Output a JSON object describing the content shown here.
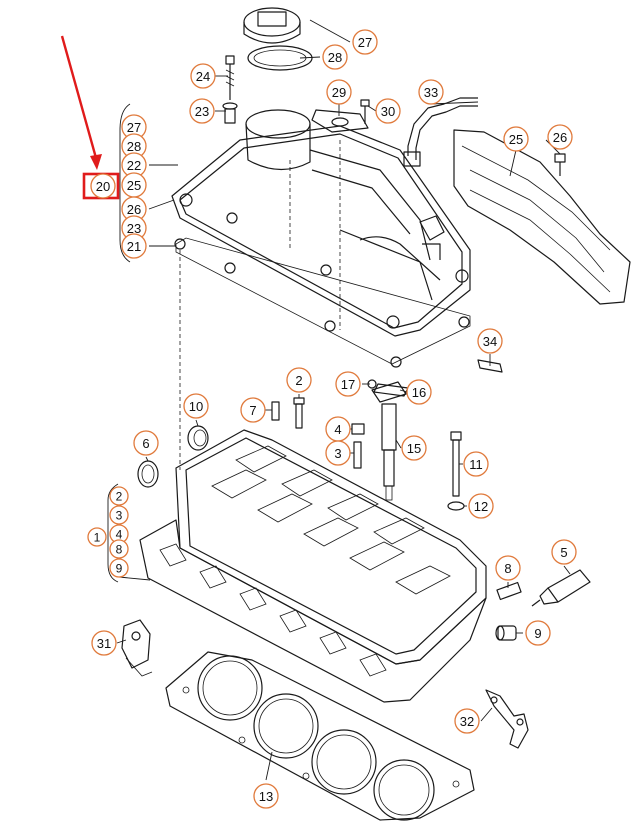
{
  "colors": {
    "callout_ring": "#e07a3c",
    "highlight": "#e01b1b",
    "line": "#1a1a1a",
    "background": "#ffffff"
  },
  "highlight": {
    "label": "20",
    "shape": "red-box-with-arrow"
  },
  "parts": {
    "valve_cover": "valve-cover",
    "cylinder_head": "cylinder-head",
    "head_gasket": "cylinder-head-gasket",
    "heat_shield": "heat-shield",
    "breather_hose": "breather-hose",
    "injector": "fuel-injector",
    "sealant_tube": "sealant-tube",
    "bracket_left": "bracket-31",
    "bracket_right": "bracket-32"
  },
  "callouts": [
    {
      "id": "c27a",
      "label": "27"
    },
    {
      "id": "c28a",
      "label": "28"
    },
    {
      "id": "c24",
      "label": "24"
    },
    {
      "id": "c23a",
      "label": "23"
    },
    {
      "id": "c29",
      "label": "29"
    },
    {
      "id": "c30",
      "label": "30"
    },
    {
      "id": "c33",
      "label": "33"
    },
    {
      "id": "c25a",
      "label": "25"
    },
    {
      "id": "c26a",
      "label": "26"
    },
    {
      "id": "c27b",
      "label": "27"
    },
    {
      "id": "c28b",
      "label": "28"
    },
    {
      "id": "c22",
      "label": "22"
    },
    {
      "id": "c20",
      "label": "20"
    },
    {
      "id": "c25b",
      "label": "25"
    },
    {
      "id": "c26b",
      "label": "26"
    },
    {
      "id": "c23b",
      "label": "23"
    },
    {
      "id": "c21",
      "label": "21"
    },
    {
      "id": "c34",
      "label": "34"
    },
    {
      "id": "c17",
      "label": "17"
    },
    {
      "id": "c16",
      "label": "16"
    },
    {
      "id": "c2a",
      "label": "2"
    },
    {
      "id": "c7",
      "label": "7"
    },
    {
      "id": "c10",
      "label": "10"
    },
    {
      "id": "c6",
      "label": "6"
    },
    {
      "id": "c4a",
      "label": "4"
    },
    {
      "id": "c3a",
      "label": "3"
    },
    {
      "id": "c15",
      "label": "15"
    },
    {
      "id": "c11",
      "label": "11"
    },
    {
      "id": "c12",
      "label": "12"
    },
    {
      "id": "c2b",
      "label": "2"
    },
    {
      "id": "c3b",
      "label": "3"
    },
    {
      "id": "c1",
      "label": "1"
    },
    {
      "id": "c4b",
      "label": "4"
    },
    {
      "id": "c8a",
      "label": "8"
    },
    {
      "id": "c9a",
      "label": "9"
    },
    {
      "id": "c5",
      "label": "5"
    },
    {
      "id": "c8b",
      "label": "8"
    },
    {
      "id": "c9b",
      "label": "9"
    },
    {
      "id": "c31",
      "label": "31"
    },
    {
      "id": "c32",
      "label": "32"
    },
    {
      "id": "c13",
      "label": "13"
    }
  ]
}
